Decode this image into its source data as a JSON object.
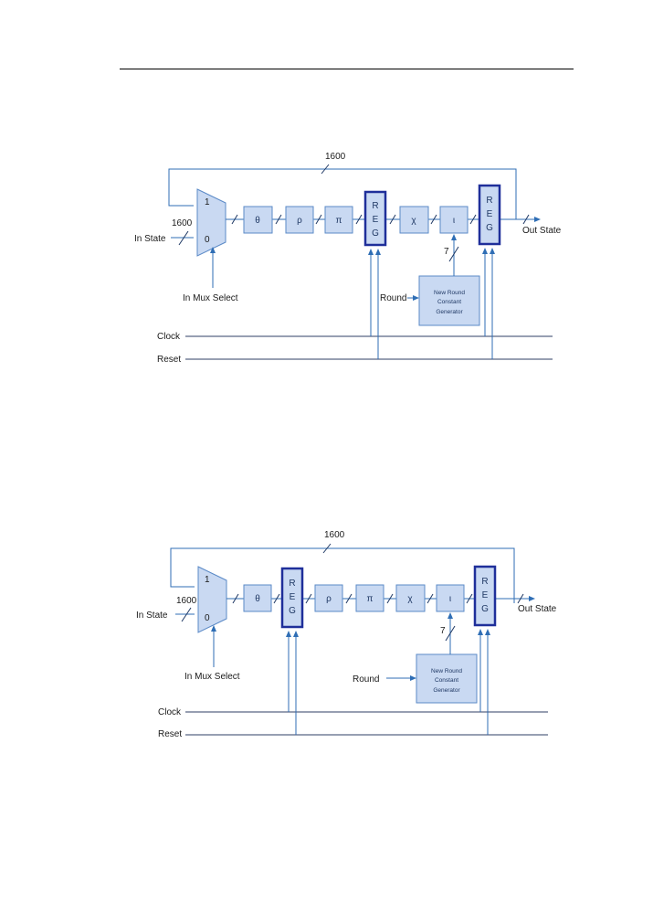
{
  "diagrams": [
    {
      "bus_width": "1600",
      "round_width": "7",
      "input_label": "In State",
      "output_label": "Out State",
      "mux_sel_label": "In Mux Select",
      "mux_in1": "1",
      "mux_in0": "0",
      "round_label": "Round",
      "clock_label": "Clock",
      "reset_label": "Reset",
      "generator_lines": [
        "New Round",
        "Constant",
        "Generator"
      ],
      "reg_letters": [
        "R",
        "E",
        "G"
      ],
      "stage_labels": [
        "θ",
        "ρ",
        "π",
        "χ",
        "ι"
      ]
    },
    {
      "bus_width": "1600",
      "round_width": "7",
      "input_label": "In State",
      "output_label": "Out State",
      "mux_sel_label": "In Mux Select",
      "mux_in1": "1",
      "mux_in0": "0",
      "round_label": "Round",
      "clock_label": "Clock",
      "reset_label": "Reset",
      "generator_lines": [
        "New Round",
        "Constant",
        "Generator"
      ],
      "reg_letters": [
        "R",
        "E",
        "G"
      ],
      "stage_labels": [
        "θ",
        "ρ",
        "π",
        "χ",
        "ι"
      ]
    }
  ]
}
